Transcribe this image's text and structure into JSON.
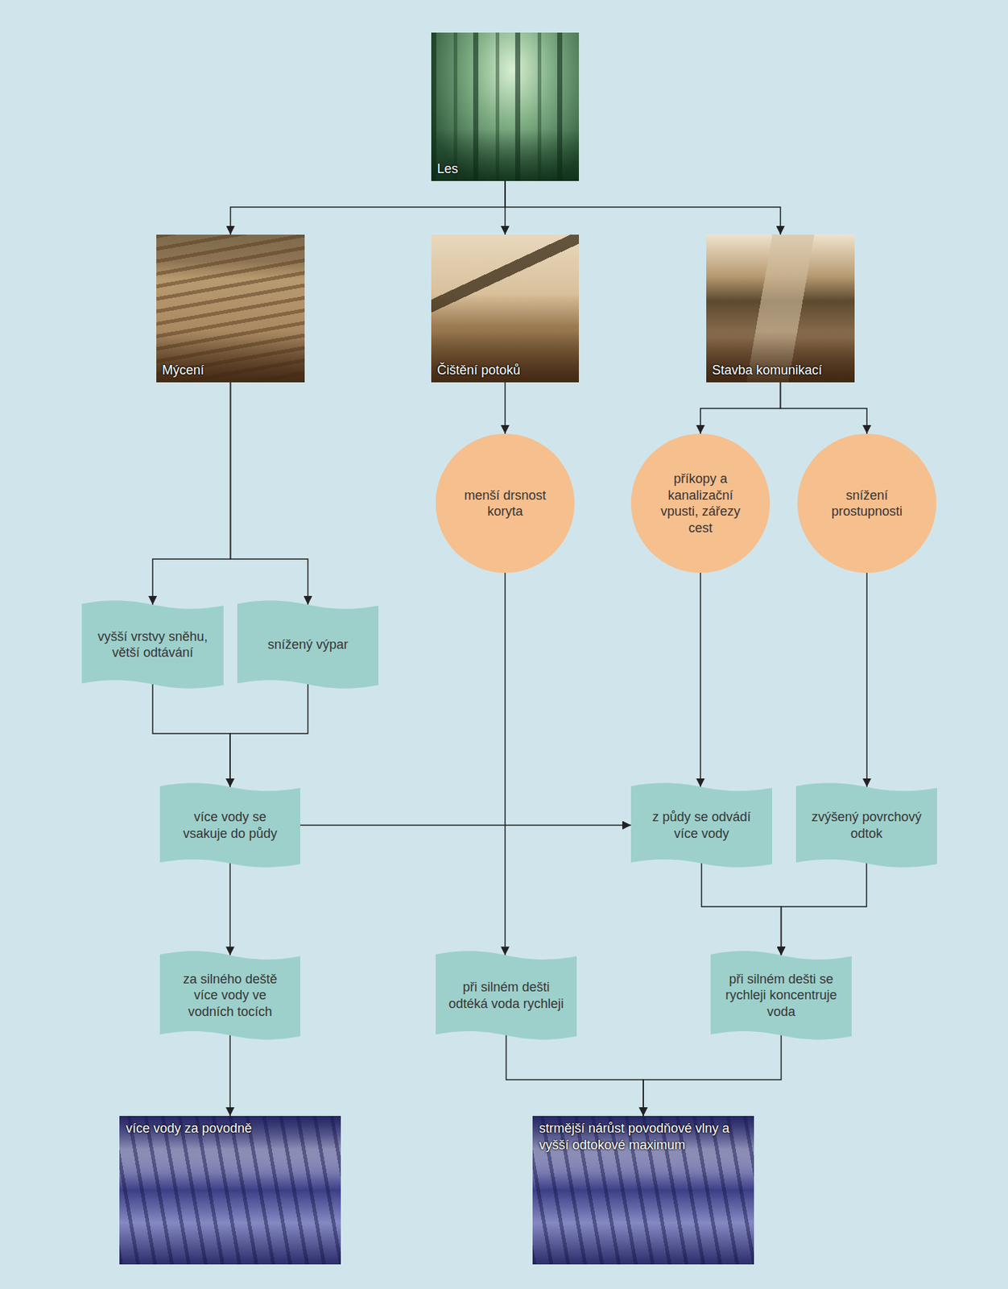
{
  "diagram": {
    "nodes": [
      {
        "text": [
          "Les"
        ]
      },
      {
        "text": [
          "Mýcení"
        ]
      },
      {
        "text": [
          "Čištění potoků"
        ]
      },
      {
        "text": [
          "Stavba komunikací"
        ]
      },
      {
        "text": [
          "menší drsnost koryta"
        ]
      },
      {
        "text": [
          "příkopy a kanalizační vpusti, zářezy cest"
        ]
      },
      {
        "text": [
          "snížení prostupnosti"
        ]
      },
      {
        "text": [
          "vyšší vrstvy sněhu, větší odtávání"
        ]
      },
      {
        "text": [
          "snížený výpar"
        ]
      },
      {
        "text": [
          "více vody se vsakuje do půdy"
        ]
      },
      {
        "text": [
          "z půdy se odvádí více vody"
        ]
      },
      {
        "text": [
          "zvýšený povrchový odtok"
        ]
      },
      {
        "text": [
          "za silného deště více vody ve vodních tocích"
        ]
      },
      {
        "text": [
          "při silném dešti odtéká voda rychleji"
        ]
      },
      {
        "text": [
          "při silném dešti se rychleji koncentruje voda"
        ]
      },
      {
        "text": [
          "více vody za povodně"
        ]
      },
      {
        "text": [
          "strmější nárůst povodňové vlny a vyšší odtokové maximum"
        ]
      }
    ],
    "edges": [
      {
        "from": 0,
        "to": 1,
        "arrow": "to"
      },
      {
        "from": 0,
        "to": 2,
        "arrow": "to"
      },
      {
        "from": 0,
        "to": 3,
        "arrow": "to"
      },
      {
        "from": 1,
        "to": 7,
        "arrow": "to"
      },
      {
        "from": 1,
        "to": 8,
        "arrow": "to"
      },
      {
        "from": 2,
        "to": 4,
        "arrow": "to"
      },
      {
        "from": 3,
        "to": 5,
        "arrow": "to"
      },
      {
        "from": 3,
        "to": 6,
        "arrow": "to"
      },
      {
        "from": 7,
        "to": 9,
        "arrow": "to"
      },
      {
        "from": 8,
        "to": 9,
        "arrow": "to"
      },
      {
        "from": 9,
        "to": 10,
        "arrow": "to"
      },
      {
        "from": 5,
        "to": 10,
        "arrow": "to"
      },
      {
        "from": 6,
        "to": 11,
        "arrow": "to"
      },
      {
        "from": 4,
        "to": 13,
        "arrow": "to"
      },
      {
        "from": 10,
        "to": 14,
        "arrow": "to"
      },
      {
        "from": 11,
        "to": 14,
        "arrow": "to"
      },
      {
        "from": 9,
        "to": 12,
        "arrow": "to"
      },
      {
        "from": 12,
        "to": 15,
        "arrow": "to"
      },
      {
        "from": 13,
        "to": 16,
        "arrow": "to"
      },
      {
        "from": 14,
        "to": 16,
        "arrow": "to"
      }
    ]
  }
}
